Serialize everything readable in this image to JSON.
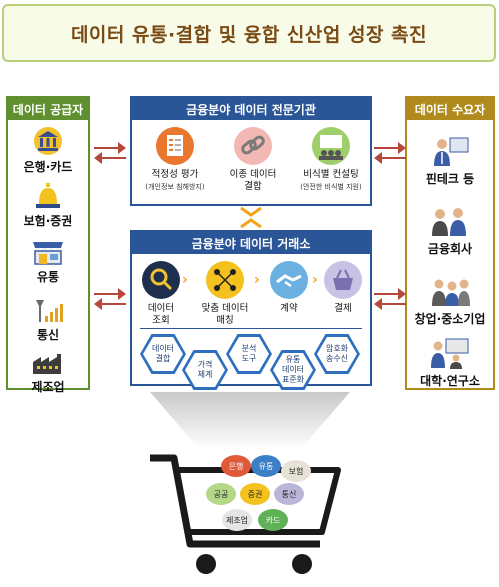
{
  "title": "데이터 유통·결합 및 융합 신산업 성장 촉진",
  "supply": {
    "header": "데이터 공급자",
    "items": [
      "은행·카드",
      "보험·증권",
      "유통",
      "통신",
      "제조업"
    ]
  },
  "demand": {
    "header": "데이터 수요자",
    "items": [
      "핀테크 등",
      "금융회사",
      "창업·중소기업",
      "대학·연구소"
    ]
  },
  "institution": {
    "header": "금융분야 데이터 전문기관",
    "tools": [
      {
        "label": "적정성 평가",
        "sub": "(개인정보 침해방지)"
      },
      {
        "label": "이종 데이터",
        "label2": "결합"
      },
      {
        "label": "비식별 컨설팅",
        "sub": "(안전한 비식별 지원)"
      }
    ]
  },
  "exchange": {
    "header": "금융분야 데이터 거래소",
    "steps": [
      {
        "line1": "데이터",
        "line2": "조회"
      },
      {
        "line1": "맞춤 데이터",
        "line2": "매칭"
      },
      {
        "line1": "계약",
        "line2": ""
      },
      {
        "line1": "결제",
        "line2": ""
      }
    ],
    "hexes": [
      {
        "line1": "데이터",
        "line2": "결합",
        "line3": ""
      },
      {
        "line1": "가격",
        "line2": "체계",
        "line3": ""
      },
      {
        "line1": "분석",
        "line2": "도구",
        "line3": ""
      },
      {
        "line1": "유통",
        "line2": "데이터",
        "line3": "표준화"
      },
      {
        "line1": "암호화",
        "line2": "송수신",
        "line3": ""
      }
    ]
  },
  "cart": {
    "balls": [
      "은행",
      "유통",
      "보험",
      "공공",
      "증권",
      "통신",
      "제조업",
      "카드"
    ]
  },
  "colors": {
    "green": "#5f8f2f",
    "gold": "#b08a1c",
    "blue": "#2a5597",
    "arrow": "#b5483a",
    "chevron": "#f0a41c"
  }
}
